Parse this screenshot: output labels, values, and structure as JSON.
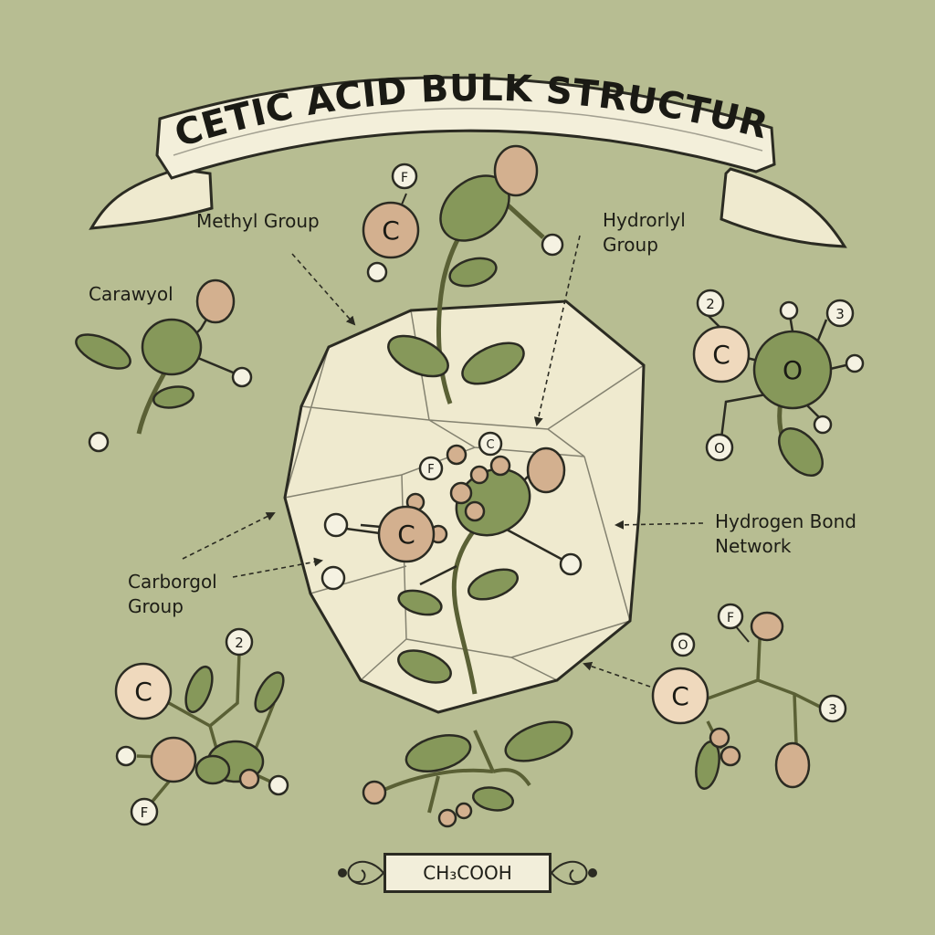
{
  "title": "ACETIC ACID BULK STRUCTURE",
  "labels": {
    "methyl": "Methyl Group",
    "hydroxyl_line1": "Hydrorlyl",
    "hydroxyl_line2": "Group",
    "carawyol": "Carawyol",
    "carborgol_line1": "Carborgol",
    "carborgol_line2": "Group",
    "hbond_line1": "Hydrogen Bond",
    "hbond_line2": "Network"
  },
  "formula": "CH₃COOH",
  "atoms": {
    "top_c": "C",
    "top_f": "F",
    "center_c": "C",
    "center_f": "F",
    "center_small_c": "C",
    "right_c": "C",
    "right_o": "O",
    "right_2": "2",
    "right_3": "3",
    "right_small_o": "O",
    "bl_c": "C",
    "bl_2": "2",
    "bl_f": "F",
    "br_c": "C",
    "br_o": "O",
    "br_f": "F",
    "br_3": "3"
  },
  "colors": {
    "background": "#b7bd92",
    "parchment": "#efeacf",
    "leaf": "#86985a",
    "atom_tan": "#d3b08f",
    "ink": "#2b2b22"
  }
}
